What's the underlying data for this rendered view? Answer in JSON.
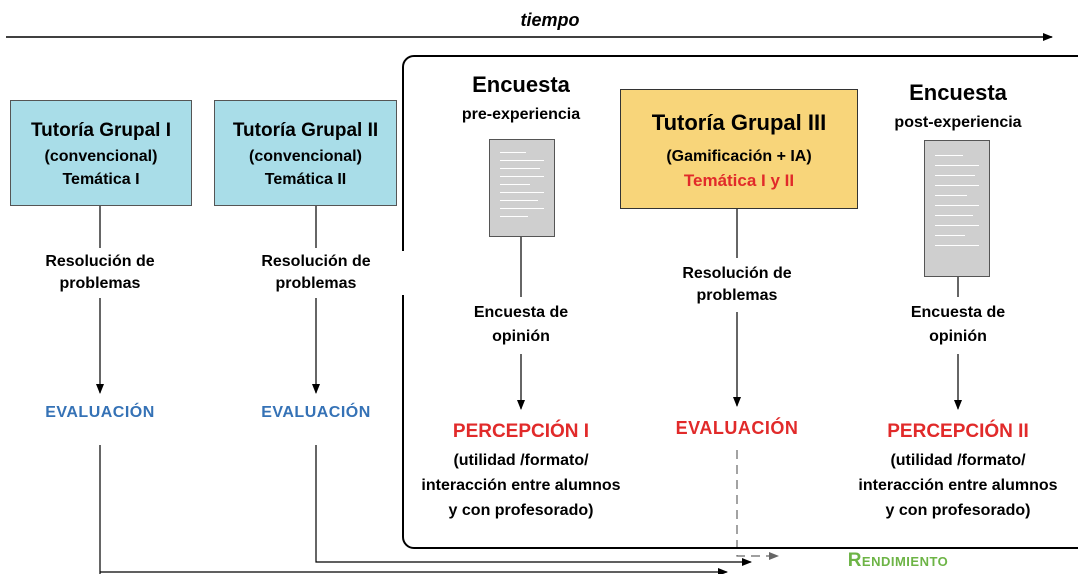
{
  "timeline": {
    "label": "tiempo"
  },
  "tutoria1": {
    "title": "Tutoría Grupal I",
    "subtitle": "(convencional)",
    "topic": "Temática I"
  },
  "tutoria2": {
    "title": "Tutoría Grupal II",
    "subtitle": "(convencional)",
    "topic": "Temática II"
  },
  "tutoria3": {
    "title": "Tutoría Grupal III",
    "subtitle": "(Gamificación + IA)",
    "topic": "Temática I y II"
  },
  "pre_survey": {
    "title": "Encuesta",
    "subtitle": "pre-experiencia"
  },
  "post_survey": {
    "title": "Encuesta",
    "subtitle": "post-experiencia"
  },
  "steps": {
    "resolucion_line1": "Resolución de",
    "resolucion_line2": "problemas",
    "opinion_line1": "Encuesta de",
    "opinion_line2": "opinión"
  },
  "outcomes": {
    "evaluacion": "EVALUACIÓN",
    "percepcion1": "PERCEPCIÓN I",
    "percepcion2": "PERCEPCIÓN II",
    "percepcion_detail1": "(utilidad /formato/",
    "percepcion_detail2": "interacción entre alumnos",
    "percepcion_detail3": "y con profesorado)",
    "rendimiento": "Rendimiento"
  },
  "colors": {
    "blue_box": "#a9dde8",
    "gold_box": "#f8d57a",
    "evaluacion_blue": "#3572b6",
    "red": "#e12a2a",
    "rendimiento_green": "#6db446"
  }
}
